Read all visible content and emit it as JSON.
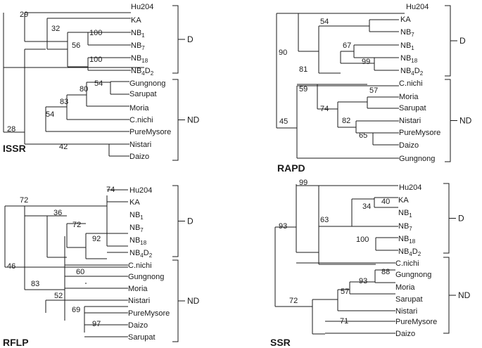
{
  "panels": [
    {
      "title": "ISSR",
      "taxa": [
        "Hu204",
        "KA",
        "NB1",
        "NB7",
        "NB18",
        "NB4D2",
        "Gungnong",
        "Sarupat",
        "Moria",
        "C.nichi",
        "PureMysore",
        "Nistari",
        "Daizo"
      ],
      "bootstrap": [
        "29",
        "32",
        "100",
        "56",
        "100",
        "28",
        "54",
        "83",
        "80",
        "54",
        "42"
      ],
      "groups": [
        "D",
        "ND"
      ]
    },
    {
      "title": "RAPD",
      "taxa": [
        "Hu204",
        "KA",
        "NB7",
        "NB1",
        "NB18",
        "NB4D2",
        "C.nichi",
        "Moria",
        "Sarupat",
        "Nistari",
        "PureMysore",
        "Daizo",
        "Gungnong"
      ],
      "bootstrap": [
        "90",
        "81",
        "54",
        "67",
        "99",
        "45",
        "59",
        "74",
        "57",
        "82",
        "65"
      ],
      "groups": [
        "D",
        "ND"
      ]
    },
    {
      "title": "RFLP",
      "taxa": [
        "Hu204",
        "KA",
        "NB1",
        "NB7",
        "NB18",
        "NB4D2",
        "C.nichi",
        "Gungnong",
        "Moria",
        "Nistari",
        "PureMysore",
        "Daizo",
        "Sarupat"
      ],
      "bootstrap": [
        "72",
        "74",
        "36",
        "72",
        "92",
        "46",
        "83",
        "60",
        "52",
        "69",
        "97"
      ],
      "groups": [
        "D",
        "ND"
      ]
    },
    {
      "title": "SSR",
      "taxa": [
        "Hu204",
        "KA",
        "NB1",
        "NB7",
        "NB18",
        "NB4D2",
        "C.nichi",
        "Gungnong",
        "Moria",
        "Sarupat",
        "Nistari",
        "PureMysore",
        "Daizo"
      ],
      "bootstrap": [
        "93",
        "99",
        "63",
        "34",
        "40",
        "100",
        "72",
        "57",
        "93",
        "88",
        "71"
      ],
      "groups": [
        "D",
        "ND"
      ]
    }
  ]
}
